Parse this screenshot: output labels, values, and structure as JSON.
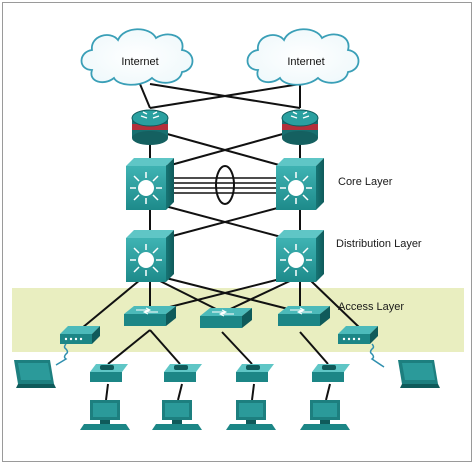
{
  "clouds": [
    {
      "label": "Internet"
    },
    {
      "label": "Internet"
    }
  ],
  "layers": {
    "core": "Core Layer",
    "distribution": "Distribution Layer",
    "access": "Access Layer"
  },
  "colors": {
    "device_teal": "#1f8f8f",
    "device_dark": "#146b6b",
    "access_band": "#e9eec0",
    "router_red": "#b2303a",
    "link": "#111111",
    "cloud_stroke": "#3a9fb7"
  }
}
